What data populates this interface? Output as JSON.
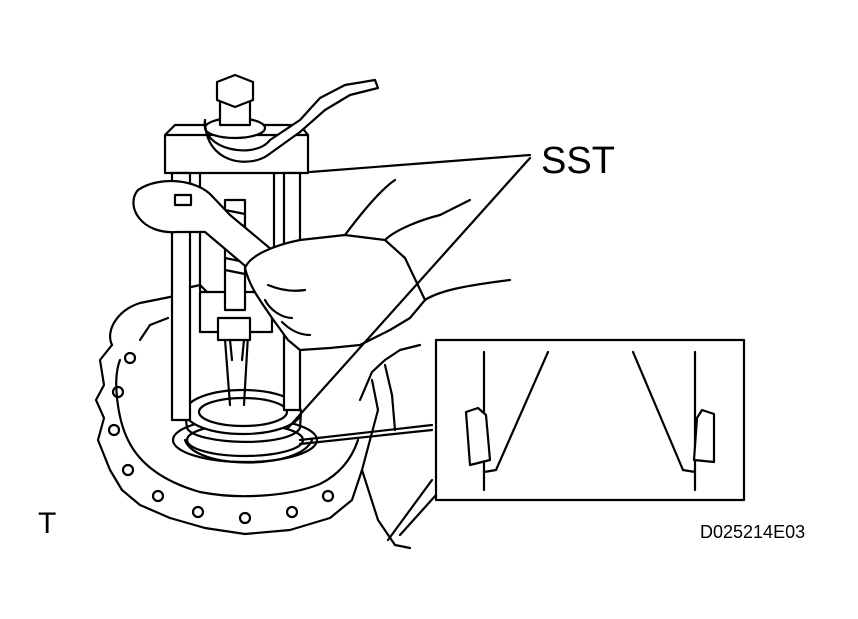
{
  "labels": {
    "tool_callout": "SST",
    "corner_mark": "T",
    "figure_code": "D025214E03"
  },
  "colors": {
    "line": "#000000",
    "background": "#ffffff"
  }
}
